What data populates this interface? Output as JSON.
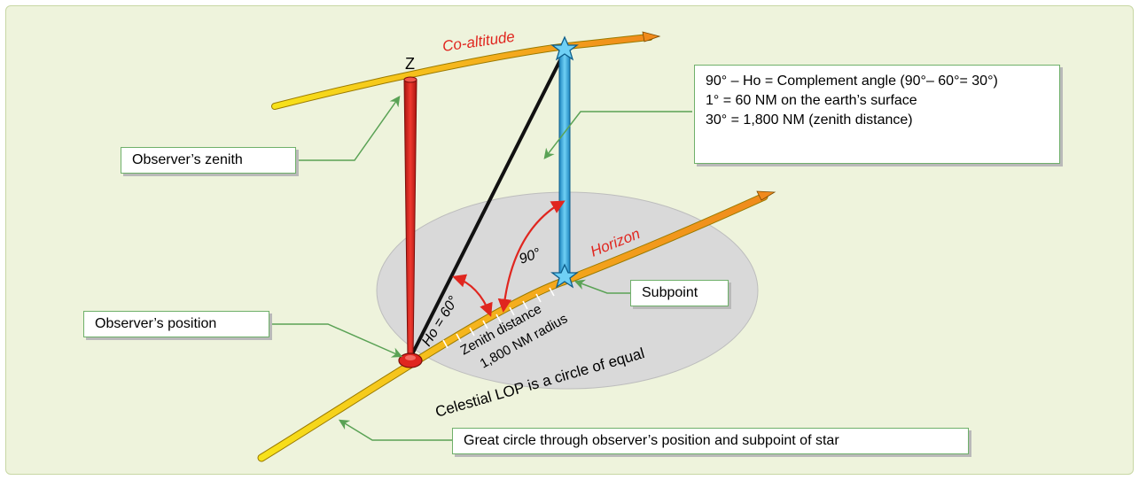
{
  "diagram": {
    "zenith_marker": "Z",
    "arc_labels": {
      "co_altitude": "Co-altitude",
      "horizon": "Horizon"
    },
    "angle_labels": {
      "ninety": "90°",
      "ho": "Ho = 60°"
    },
    "radius_labels": {
      "zenith_distance": "Zenith distance",
      "nm_radius": "1,800 NM radius"
    },
    "circle_caption": "Celestial LOP is a circle of equal",
    "callouts": {
      "observers_zenith": "Observer’s zenith",
      "observers_position": "Observer’s position",
      "subpoint": "Subpoint",
      "great_circle": "Great circle through observer’s position and subpoint of star"
    },
    "info_box": {
      "lines": [
        "90° – Ho = Complement angle (90°– 60°= 30°)",
        "1° = 60 NM on the earth’s surface",
        "30° = 1,800 NM (zenith distance)"
      ]
    },
    "colors": {
      "panel_bg": "#eef3dc",
      "zenith_pole": "#e0261f",
      "star_line": "#3fb4e6",
      "arc_yellow": "#f5c419",
      "arc_orange": "#f39320",
      "label_red": "#e0261f",
      "callout_green": "#6fb06a",
      "circle_gray": "#d9d9d9"
    }
  }
}
